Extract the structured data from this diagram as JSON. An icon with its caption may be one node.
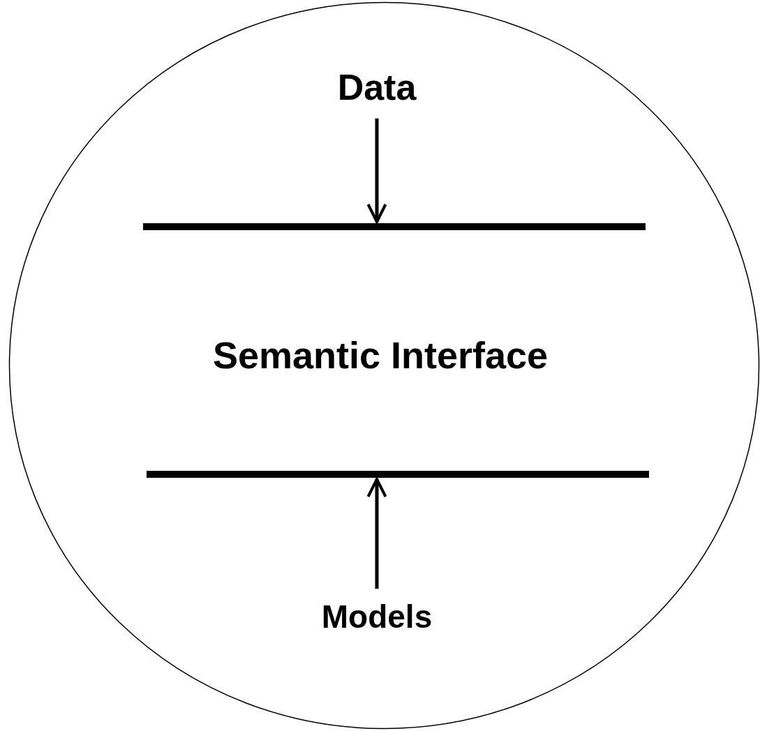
{
  "diagram": {
    "nodes": [
      {
        "text": [],
        "shape": "circle"
      },
      {
        "text": [
          "Data"
        ],
        "in": 0
      },
      {
        "text": [],
        "shape": "bar",
        "in": 0
      },
      {
        "text": [
          "Semantic Interface"
        ],
        "in": 0
      },
      {
        "text": [],
        "shape": "bar",
        "in": 0
      },
      {
        "text": [
          "Models"
        ],
        "in": 0
      }
    ],
    "edges": [
      {
        "from": 1,
        "to": 2,
        "arrow": "to"
      },
      {
        "from": 5,
        "to": 4,
        "arrow": "to"
      }
    ]
  }
}
